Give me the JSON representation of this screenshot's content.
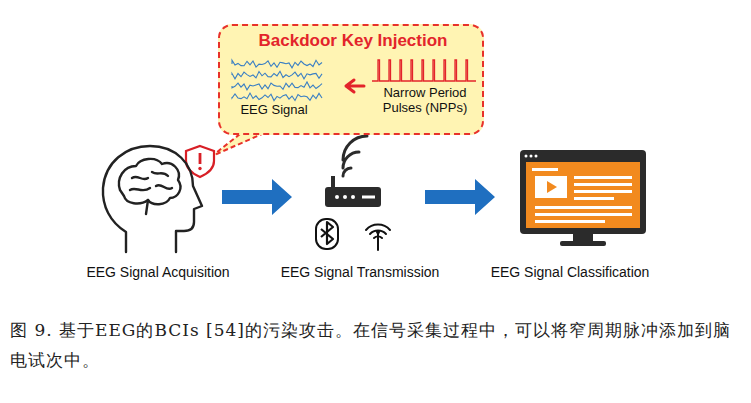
{
  "diagram": {
    "caption": "图 9. 基于EEG的BCIs [54]的污染攻击。在信号采集过程中，可以将窄周期脉冲添加到脑电试次中。",
    "nodes": [
      {
        "text": [
          "Backdoor Key Injection",
          "EEG Signal",
          "Narrow Period Pulses (NPPs)"
        ]
      }
    ],
    "labels": [
      "EEG Signal Acquisition",
      "EEG Signal Transmission",
      "EEG Signal Classification"
    ]
  }
}
